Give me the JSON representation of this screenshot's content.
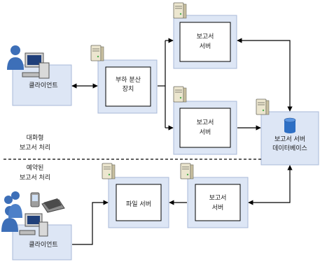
{
  "diagram": {
    "nodes": {
      "client_top": {
        "label": "클라이언트"
      },
      "load_balancer": {
        "line1": "부하 분산",
        "line2": "장치"
      },
      "report_server_1": {
        "line1": "보고서",
        "line2": "서버"
      },
      "report_server_2": {
        "line1": "보고서",
        "line2": "서버"
      },
      "report_server_db": {
        "line1": "보고서 서버",
        "line2": "데이터베이스"
      },
      "file_server": {
        "label": "파일 서버"
      },
      "report_server_3": {
        "line1": "보고서",
        "line2": "서버"
      },
      "client_bottom": {
        "label": "클라이언트"
      }
    },
    "labels": {
      "interactive_line1": "대화형",
      "interactive_line2": "보고서 처리",
      "scheduled_line1": "예약된",
      "scheduled_line2": "보고서 처리"
    },
    "colors": {
      "box_fill": "#dde6f5",
      "box_stroke": "#a8b8d8",
      "inner_fill": "#ffffff",
      "line": "#000000",
      "db_blue": "#2e6fc4",
      "server_beige": "#e8e1c8",
      "person_blue": "#3d6fb8"
    }
  }
}
